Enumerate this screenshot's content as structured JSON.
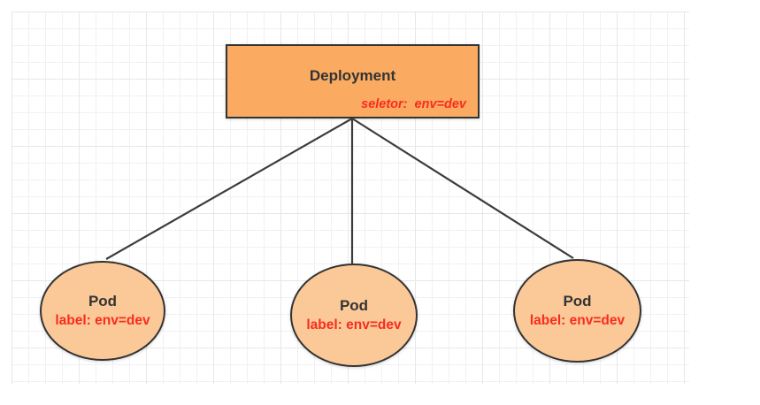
{
  "diagram": {
    "deployment": {
      "title": "Deployment",
      "selector": "seletor:  env=dev"
    },
    "pods": [
      {
        "title": "Pod",
        "label": "label: env=dev"
      },
      {
        "title": "Pod",
        "label": "label: env=dev"
      },
      {
        "title": "Pod",
        "label": "label: env=dev"
      }
    ],
    "colors": {
      "deployment_fill": "#FAAB61",
      "pod_fill": "#FBC998",
      "node_stroke": "#333333",
      "edge_stroke": "#3C3C3C",
      "accent_red": "#F92C1E",
      "grid_line": "#F1F1F4"
    }
  }
}
